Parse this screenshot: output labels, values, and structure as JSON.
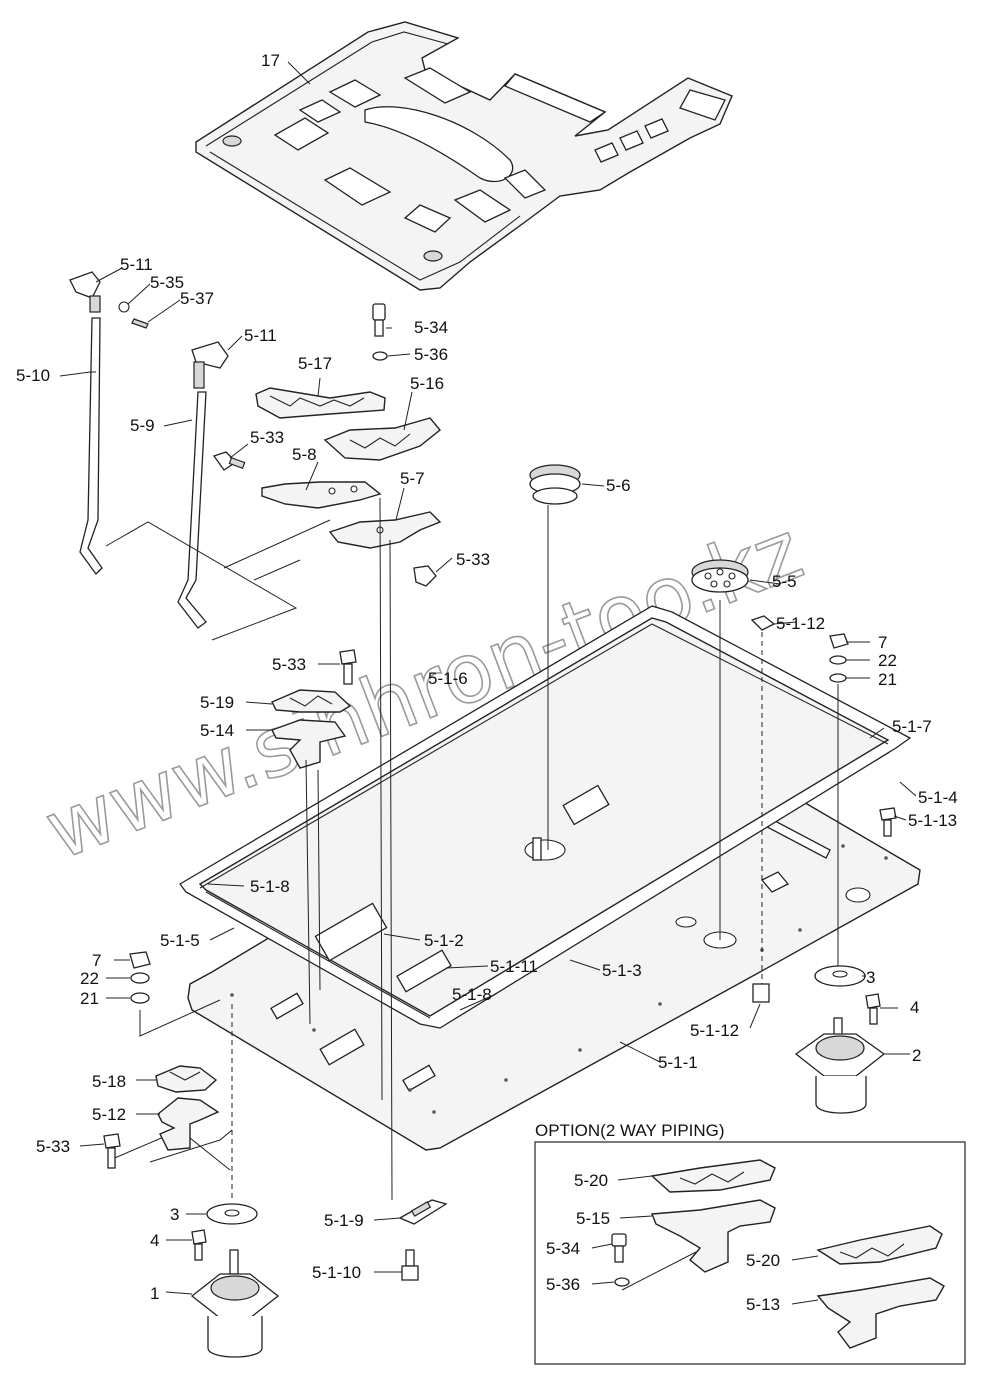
{
  "watermark": "www.sinhron-too.kz",
  "option_box": {
    "title": "OPTION(2 WAY PIPING)"
  },
  "labels": {
    "p17": "17",
    "p5_11a": "5-11",
    "p5_35": "5-35",
    "p5_37": "5-37",
    "p5_11b": "5-11",
    "p5_10": "5-10",
    "p5_9": "5-9",
    "p5_34": "5-34",
    "p5_36": "5-36",
    "p5_17": "5-17",
    "p5_16": "5-16",
    "p5_33a": "5-33",
    "p5_8": "5-8",
    "p5_7": "5-7",
    "p5_33b": "5-33",
    "p5_6": "5-6",
    "p5_5": "5-5",
    "p5_1_12a": "5-1-12",
    "p7a": "7",
    "p22a": "22",
    "p21a": "21",
    "p5_33c": "5-33",
    "p5_1_6": "5-1-6",
    "p5_19": "5-19",
    "p5_14": "5-14",
    "p5_1_7": "5-1-7",
    "p5_1_4": "5-1-4",
    "p5_1_13": "5-1-13",
    "p5_1_8a": "5-1-8",
    "p5_1_5": "5-1-5",
    "p5_1_2": "5-1-2",
    "p5_1_11": "5-1-11",
    "p5_1_3": "5-1-3",
    "p5_1_8b": "5-1-8",
    "p7b": "7",
    "p22b": "22",
    "p21b": "21",
    "p3a": "3",
    "p4a": "4",
    "p2": "2",
    "p5_1_12b": "5-1-12",
    "p5_1_1": "5-1-1",
    "p5_18": "5-18",
    "p5_12": "5-12",
    "p5_33d": "5-33",
    "p3b": "3",
    "p4b": "4",
    "p1": "1",
    "p5_1_9": "5-1-9",
    "p5_1_10": "5-1-10",
    "p5_20a": "5-20",
    "p5_15": "5-15",
    "p5_34b": "5-34",
    "p5_36b": "5-36",
    "p5_20b": "5-20",
    "p5_13": "5-13"
  }
}
